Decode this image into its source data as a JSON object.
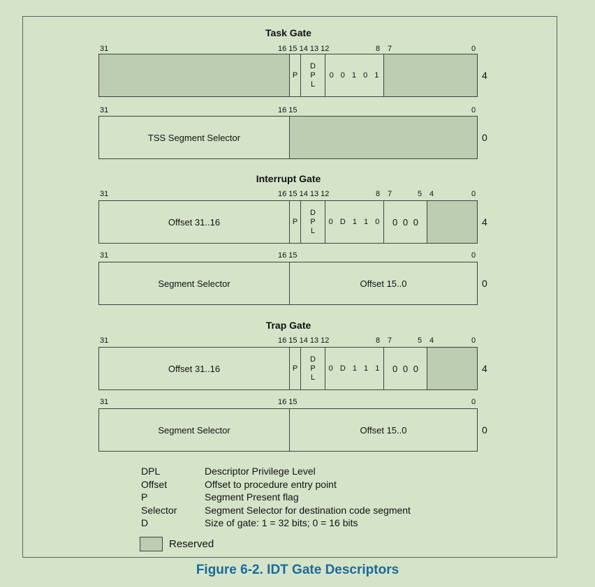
{
  "caption": "Figure 6-2.  IDT Gate Descriptors",
  "colors": {
    "background": "#d5e4c9",
    "reserved": "#bccdb1",
    "caption": "#1a6a9b",
    "border": "#404040"
  },
  "task_gate": {
    "title": "Task Gate",
    "hi_bits": [
      "31",
      "16 15 14 13 12",
      "8",
      "7",
      "0"
    ],
    "hi_fields": {
      "p": "P",
      "dpl": [
        "D",
        "P",
        "L"
      ],
      "type": "0 0 1 0 1"
    },
    "hi_row": "4",
    "lo_bits": [
      "31",
      "16 15",
      "0"
    ],
    "lo_fields": {
      "selector": "TSS Segment Selector"
    },
    "lo_row": "0"
  },
  "interrupt_gate": {
    "title": "Interrupt Gate",
    "hi_bits": [
      "31",
      "16 15 14 13 12",
      "8",
      "7",
      "5",
      "4",
      "0"
    ],
    "hi_fields": {
      "offset_hi": "Offset 31..16",
      "p": "P",
      "dpl": [
        "D",
        "P",
        "L"
      ],
      "type": "0 D 1 1 0",
      "zeros": "0 0 0"
    },
    "hi_row": "4",
    "lo_bits": [
      "31",
      "16 15",
      "0"
    ],
    "lo_fields": {
      "selector": "Segment Selector",
      "offset_lo": "Offset 15..0"
    },
    "lo_row": "0"
  },
  "trap_gate": {
    "title": "Trap Gate",
    "hi_bits": [
      "31",
      "16 15 14 13 12",
      "8",
      "7",
      "5",
      "4",
      "0"
    ],
    "hi_fields": {
      "offset_hi": "Offset 31..16",
      "p": "P",
      "dpl": [
        "D",
        "P",
        "L"
      ],
      "type": "0 D 1 1 1",
      "zeros": "0 0 0"
    },
    "hi_row": "4",
    "lo_bits": [
      "31",
      "16 15",
      "0"
    ],
    "lo_fields": {
      "selector": "Segment Selector",
      "offset_lo": "Offset 15..0"
    },
    "lo_row": "0"
  },
  "legend": [
    {
      "term": "DPL",
      "definition": "Descriptor Privilege Level"
    },
    {
      "term": "Offset",
      "definition": "Offset to procedure entry point"
    },
    {
      "term": "P",
      "definition": "Segment Present flag"
    },
    {
      "term": "Selector",
      "definition": "Segment Selector for destination code segment"
    },
    {
      "term": "D",
      "definition": "Size of gate: 1 = 32 bits; 0 = 16 bits"
    }
  ],
  "reserved_label": "Reserved"
}
